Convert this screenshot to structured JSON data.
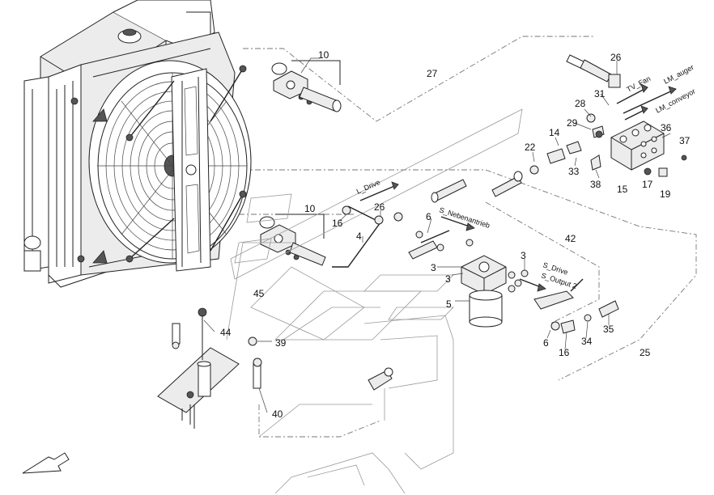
{
  "callouts": {
    "c10a": "10",
    "c26a": "26",
    "c27": "27",
    "c31": "31",
    "c28": "28",
    "c29": "29",
    "c36": "36",
    "c14": "14",
    "c22": "22",
    "c37": "37",
    "c33": "33",
    "c38": "38",
    "c15": "15",
    "c17": "17",
    "c19": "19",
    "c26b": "26",
    "c10b": "10",
    "c16a": "16",
    "c4": "4",
    "c6a": "6",
    "c42": "42",
    "c3a": "3",
    "c3b": "3",
    "c3c": "3",
    "c5": "5",
    "c45": "45",
    "c44": "44",
    "c39": "39",
    "c40": "40",
    "c6b": "6",
    "c16b": "16",
    "c34": "34",
    "c35": "35",
    "c25": "25"
  },
  "flow_labels": {
    "tv_fan": "TV_Fan",
    "lm_auger": "LM_auger",
    "lm_conveyor": "LM_conveyor",
    "l_drive": "L_Drive",
    "s_nebenantrieb": "S_Nebenantrieb",
    "s_drive": "S_Drive",
    "s_output_2": "S_Output 2"
  },
  "icons": {
    "direction_arrow": "front-direction-arrow-icon"
  }
}
